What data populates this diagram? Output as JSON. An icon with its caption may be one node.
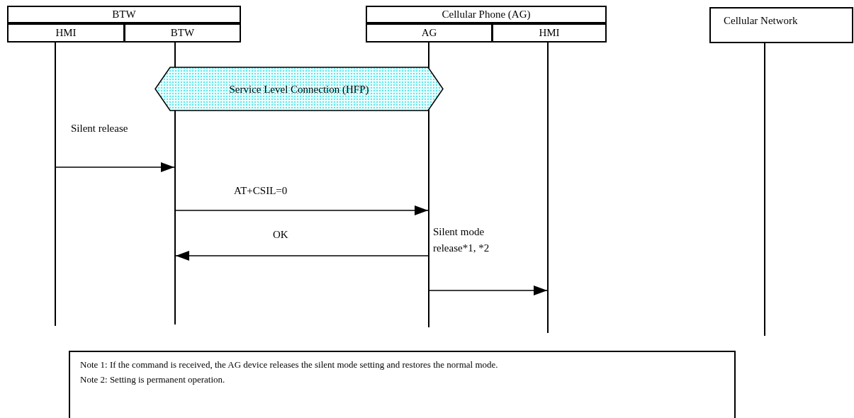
{
  "diagram": {
    "nodes": [
      {
        "text": [
          "BTW"
        ]
      },
      {
        "text": [
          "HMI"
        ]
      },
      {
        "text": [
          "BTW"
        ]
      },
      {
        "text": [
          "Cellular Phone (AG)"
        ]
      },
      {
        "text": [
          "AG"
        ]
      },
      {
        "text": [
          "HMI"
        ]
      },
      {
        "text": [
          "Cellular Network"
        ]
      },
      {
        "text": [
          "Service Level Connection (HFP)"
        ]
      },
      {
        "text": [
          "Note 1: If the command is received, the AG device releases the silent mode setting and restores the normal mode.",
          "Note 2: Setting is permanent operation."
        ]
      },
      {
        "text": [],
        "shape": "bar"
      },
      {
        "text": [],
        "shape": "bar"
      },
      {
        "text": [],
        "shape": "bar"
      },
      {
        "text": [],
        "shape": "bar"
      },
      {
        "text": [],
        "shape": "bar"
      }
    ],
    "edges": [
      {
        "from": 9,
        "to": 10,
        "arrow": "to",
        "label": "Silent release"
      },
      {
        "from": 10,
        "to": 11,
        "arrow": "to",
        "label": "AT+CSIL=0"
      },
      {
        "from": 11,
        "to": 10,
        "arrow": "to",
        "label": "OK"
      },
      {
        "from": 11,
        "to": 12,
        "arrow": "to"
      }
    ],
    "labels": [
      "Silent mode release*1, *2"
    ]
  }
}
